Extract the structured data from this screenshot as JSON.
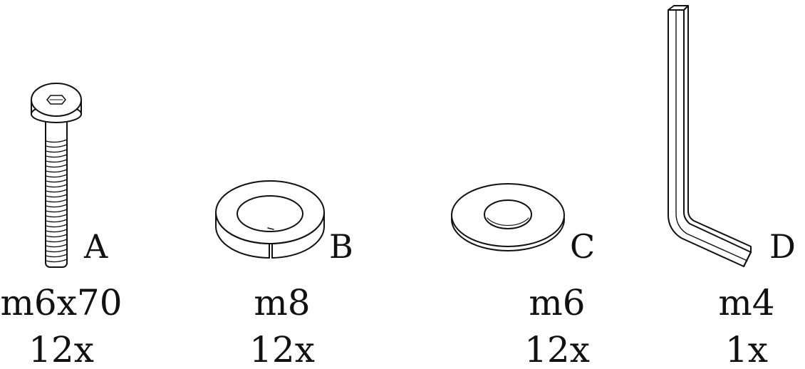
{
  "parts": [
    {
      "id": "A",
      "size": "m6x70",
      "qty": "12x",
      "kind": "bolt"
    },
    {
      "id": "B",
      "size": "m8",
      "qty": "12x",
      "kind": "spring-washer"
    },
    {
      "id": "C",
      "size": "m6",
      "qty": "12x",
      "kind": "flat-washer"
    },
    {
      "id": "D",
      "size": "m4",
      "qty": "1x",
      "kind": "hex-key"
    }
  ],
  "colors": {
    "ink": "#111111",
    "paper": "#ffffff"
  }
}
